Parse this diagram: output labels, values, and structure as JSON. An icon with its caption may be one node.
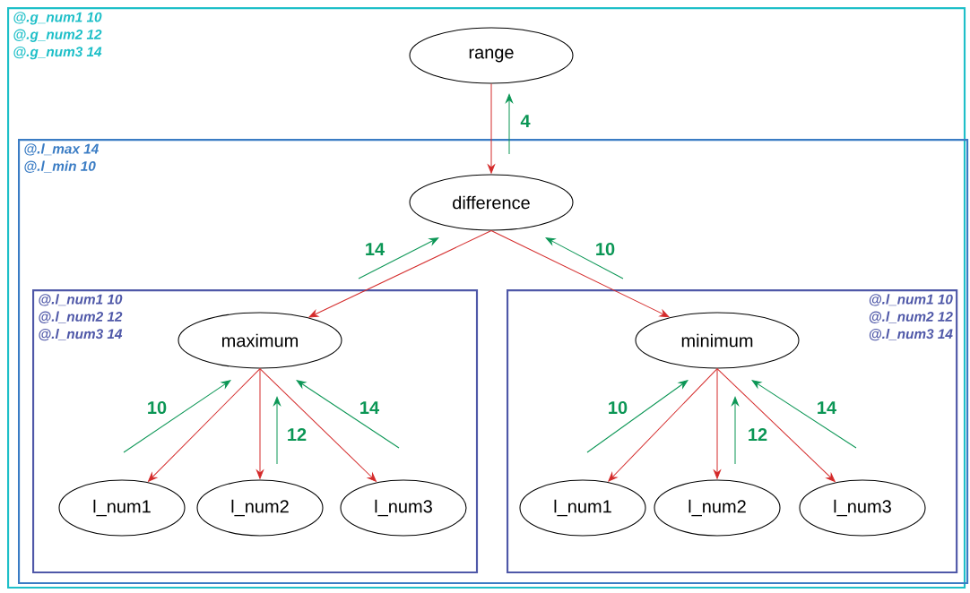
{
  "diagram": {
    "nodes": [
      {
        "text": [
          "@.g_num1 10",
          "@.g_num2 12",
          "@.g_num3 14"
        ]
      },
      {
        "text": [
          "range"
        ],
        "in": 0
      },
      {
        "text": [
          "@.l_max 14",
          "@.l_min 10"
        ],
        "in": 0
      },
      {
        "text": [
          "difference"
        ],
        "in": 2
      },
      {
        "text": [
          "@.l_num1 10",
          "@.l_num2 12",
          "@.l_num3 14"
        ],
        "in": 2
      },
      {
        "text": [
          "maximum"
        ],
        "in": 4
      },
      {
        "text": [
          "l_num1"
        ],
        "in": 4
      },
      {
        "text": [
          "l_num2"
        ],
        "in": 4
      },
      {
        "text": [
          "l_num3"
        ],
        "in": 4
      },
      {
        "text": [
          "@.l_num1 10",
          "@.l_num2 12",
          "@.l_num3 14"
        ],
        "in": 2
      },
      {
        "text": [
          "minimum"
        ],
        "in": 9
      },
      {
        "text": [
          "l_num1"
        ],
        "in": 9
      },
      {
        "text": [
          "l_num2"
        ],
        "in": 9
      },
      {
        "text": [
          "l_num3"
        ],
        "in": 9
      }
    ],
    "edges": [
      {
        "from": 1,
        "to": 3,
        "arrow": "to",
        "color": "#d42a2a"
      },
      {
        "from": 3,
        "to": 5,
        "arrow": "to",
        "color": "#d42a2a"
      },
      {
        "from": 3,
        "to": 10,
        "arrow": "to",
        "color": "#d42a2a"
      },
      {
        "from": 5,
        "to": 6,
        "arrow": "to",
        "color": "#d42a2a"
      },
      {
        "from": 5,
        "to": 7,
        "arrow": "to",
        "color": "#d42a2a"
      },
      {
        "from": 5,
        "to": 8,
        "arrow": "to",
        "color": "#d42a2a"
      },
      {
        "from": 10,
        "to": 11,
        "arrow": "to",
        "color": "#d42a2a"
      },
      {
        "from": 10,
        "to": 12,
        "arrow": "to",
        "color": "#d42a2a"
      },
      {
        "from": 10,
        "to": 13,
        "arrow": "to",
        "color": "#d42a2a"
      },
      {
        "from": 3,
        "to": 1,
        "arrow": "to",
        "label": "4",
        "color": "#0b9655"
      },
      {
        "from": 5,
        "to": 3,
        "arrow": "to",
        "label": "14",
        "color": "#0b9655"
      },
      {
        "from": 10,
        "to": 3,
        "arrow": "to",
        "label": "10",
        "color": "#0b9655"
      },
      {
        "from": 6,
        "to": 5,
        "arrow": "to",
        "label": "10",
        "color": "#0b9655"
      },
      {
        "from": 7,
        "to": 5,
        "arrow": "to",
        "label": "12",
        "color": "#0b9655"
      },
      {
        "from": 8,
        "to": 5,
        "arrow": "to",
        "label": "14",
        "color": "#0b9655"
      },
      {
        "from": 11,
        "to": 10,
        "arrow": "to",
        "label": "10",
        "color": "#0b9655"
      },
      {
        "from": 12,
        "to": 10,
        "arrow": "to",
        "label": "12",
        "color": "#0b9655"
      },
      {
        "from": 13,
        "to": 10,
        "arrow": "to",
        "label": "14",
        "color": "#0b9655"
      }
    ]
  }
}
